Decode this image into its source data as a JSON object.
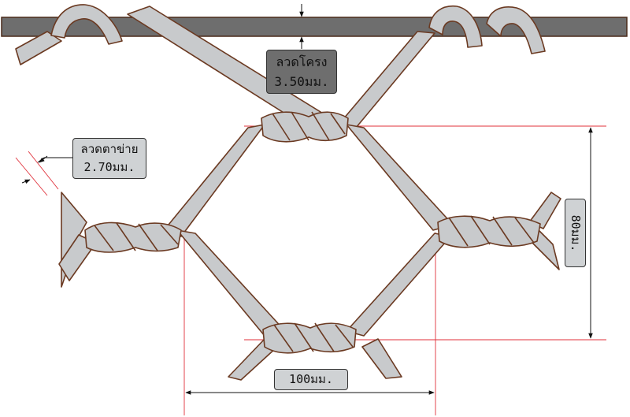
{
  "labels": {
    "frame_wire": {
      "name": "ลวดโครง",
      "value": "3.50มม."
    },
    "mesh_wire": {
      "name": "ลวดตาข่าย",
      "value": "2.70มม."
    },
    "mesh_width": "100มม.",
    "mesh_height": "80มม."
  },
  "colors": {
    "frame_bar": "#6e6e6e",
    "wire_fill": "#c8cacc",
    "wire_outline": "#6b3a22",
    "dimension_line": "#e0303a",
    "label_fill": "#cfd2d4"
  }
}
